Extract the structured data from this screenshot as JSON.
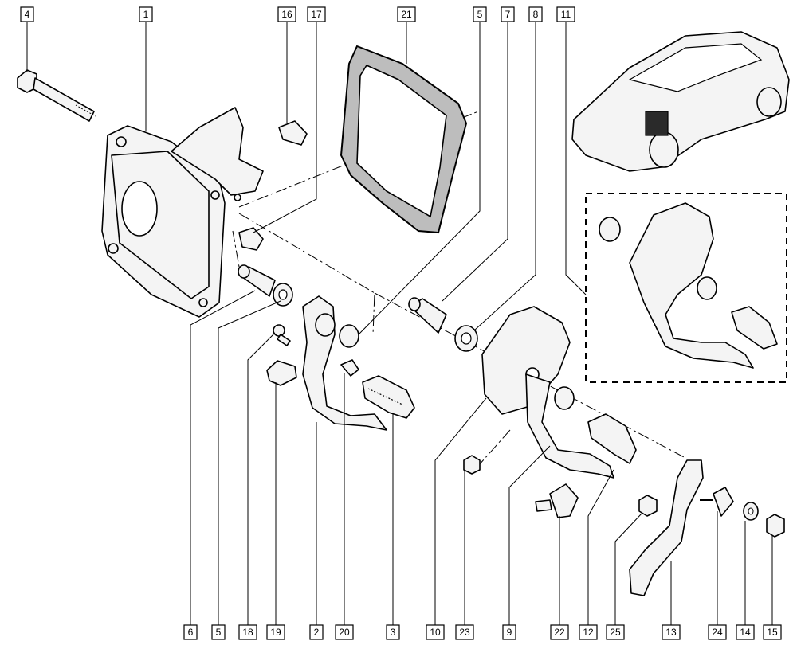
{
  "callouts_top": [
    {
      "id": "c4",
      "label": "4"
    },
    {
      "id": "c1",
      "label": "1"
    },
    {
      "id": "c16",
      "label": "16"
    },
    {
      "id": "c17",
      "label": "17"
    },
    {
      "id": "c21",
      "label": "21"
    },
    {
      "id": "c5t",
      "label": "5"
    },
    {
      "id": "c7",
      "label": "7"
    },
    {
      "id": "c8",
      "label": "8"
    },
    {
      "id": "c11",
      "label": "11"
    }
  ],
  "callouts_bottom": [
    {
      "id": "c6",
      "label": "6"
    },
    {
      "id": "c5b",
      "label": "5"
    },
    {
      "id": "c18",
      "label": "18"
    },
    {
      "id": "c19",
      "label": "19"
    },
    {
      "id": "c2",
      "label": "2"
    },
    {
      "id": "c20",
      "label": "20"
    },
    {
      "id": "c3",
      "label": "3"
    },
    {
      "id": "c10",
      "label": "10"
    },
    {
      "id": "c23",
      "label": "23"
    },
    {
      "id": "c9",
      "label": "9"
    },
    {
      "id": "c22",
      "label": "22"
    },
    {
      "id": "c12",
      "label": "12"
    },
    {
      "id": "c25",
      "label": "25"
    },
    {
      "id": "c13",
      "label": "13"
    },
    {
      "id": "c24",
      "label": "24"
    },
    {
      "id": "c14",
      "label": "14"
    },
    {
      "id": "c15",
      "label": "15"
    }
  ],
  "colors": {
    "line": "#000000",
    "background": "#ffffff",
    "part_fill": "#f4f4f4"
  }
}
